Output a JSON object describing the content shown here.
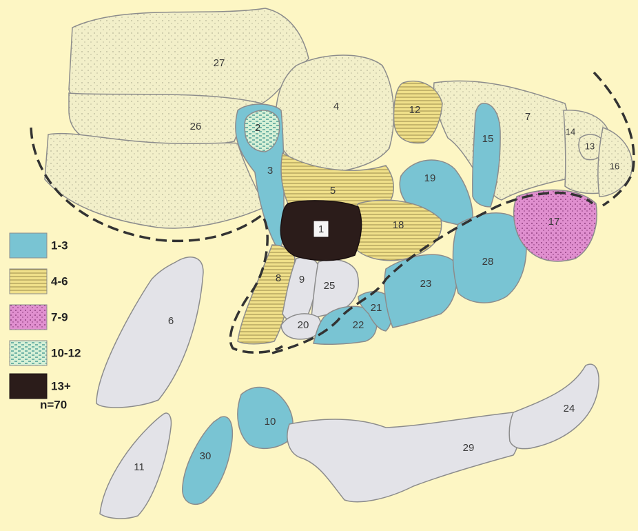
{
  "colors": {
    "background": "#fdf6c4",
    "outline": "#8c8c8c",
    "dashed": "#333333",
    "class_none": "#e3e3e8",
    "class_dotted": "#f2efc9",
    "class_1_3": "#79c4d3",
    "class_4_6": "#f0e08a",
    "class_4_6_stripe": "#9a8a4a",
    "class_7_9": "#e08fcf",
    "class_10_12": "#d6f0d6",
    "class_10_12_dash": "#2b8a86",
    "class_13_plus": "#2b1c1a"
  },
  "regions": [
    {
      "label": "1",
      "class": "13+"
    },
    {
      "label": "2",
      "class": "10-12"
    },
    {
      "label": "3",
      "class": "1-3"
    },
    {
      "label": "4",
      "class": "none"
    },
    {
      "label": "5",
      "class": "4-6"
    },
    {
      "label": "6",
      "class": "none"
    },
    {
      "label": "7",
      "class": "none"
    },
    {
      "label": "8",
      "class": "4-6"
    },
    {
      "label": "9",
      "class": "none"
    },
    {
      "label": "10",
      "class": "1-3"
    },
    {
      "label": "11",
      "class": "none"
    },
    {
      "label": "12",
      "class": "4-6"
    },
    {
      "label": "13",
      "class": "none"
    },
    {
      "label": "14",
      "class": "none"
    },
    {
      "label": "15",
      "class": "1-3"
    },
    {
      "label": "16",
      "class": "none"
    },
    {
      "label": "17",
      "class": "7-9"
    },
    {
      "label": "18",
      "class": "4-6"
    },
    {
      "label": "19",
      "class": "1-3"
    },
    {
      "label": "20",
      "class": "none"
    },
    {
      "label": "21",
      "class": "1-3"
    },
    {
      "label": "22",
      "class": "1-3"
    },
    {
      "label": "23",
      "class": "1-3"
    },
    {
      "label": "24",
      "class": "none"
    },
    {
      "label": "25",
      "class": "none"
    },
    {
      "label": "26",
      "class": "none"
    },
    {
      "label": "27",
      "class": "none"
    },
    {
      "label": "28",
      "class": "1-3"
    },
    {
      "label": "29",
      "class": "none"
    },
    {
      "label": "30",
      "class": "1-3"
    }
  ],
  "legend": {
    "items": [
      {
        "label": "1-3",
        "pattern": "blue"
      },
      {
        "label": "4-6",
        "pattern": "stripes"
      },
      {
        "label": "7-9",
        "pattern": "pink-dots"
      },
      {
        "label": "10-12",
        "pattern": "green-dashes"
      },
      {
        "label": "13+",
        "pattern": "black"
      }
    ],
    "n_label": "n=70"
  }
}
